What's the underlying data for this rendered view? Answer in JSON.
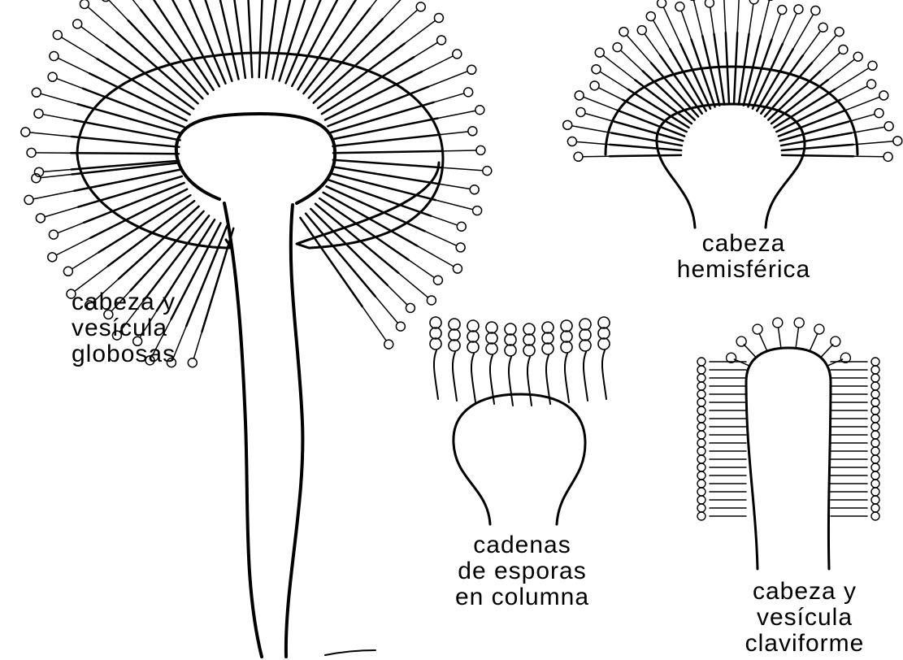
{
  "labels": {
    "globose": [
      "cabeza y",
      "vesícula",
      "globosas"
    ],
    "hemispheric": [
      "cabeza",
      "hemisférica"
    ],
    "columnar": [
      "cadenas",
      "de esporas",
      "en columna"
    ],
    "clavate": [
      "cabeza y",
      "vesícula",
      "claviforme"
    ]
  }
}
